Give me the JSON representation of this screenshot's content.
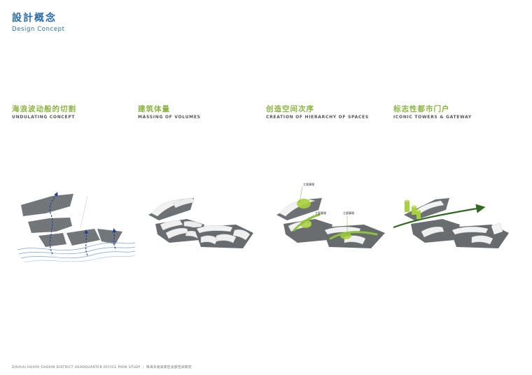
{
  "header": {
    "title_zh": "設計概念",
    "title_en": "Design Concept"
  },
  "panels": [
    {
      "title_zh": "海浪波动般的切割",
      "title_en": "UNDULATING CONCEPT"
    },
    {
      "title_zh": "建筑体量",
      "title_en": "MASSING OF VOLUMES"
    },
    {
      "title_zh": "创造空间次序",
      "title_en": "CREATION OF HIERARCHY OF SPACES"
    },
    {
      "title_zh": "标志性都市门户",
      "title_en": "ICONIC TOWERS & GATEWAY"
    }
  ],
  "annotations": {
    "label_1": "主要廣場",
    "label_2": "主要廣場",
    "label_3": "主要廣場"
  },
  "footer": {
    "left": "ZHUHAI HUAFA GAOXIN DISTRICT HEADQUARTER OFFICE PARK STUDY",
    "right": "珠海华发高新区总部空间研究"
  },
  "colors": {
    "accent_blue": "#2a6cab",
    "accent_green": "#8ab540",
    "arrow_green": "#2e6b1e",
    "tower_green": "#a6d13a"
  }
}
